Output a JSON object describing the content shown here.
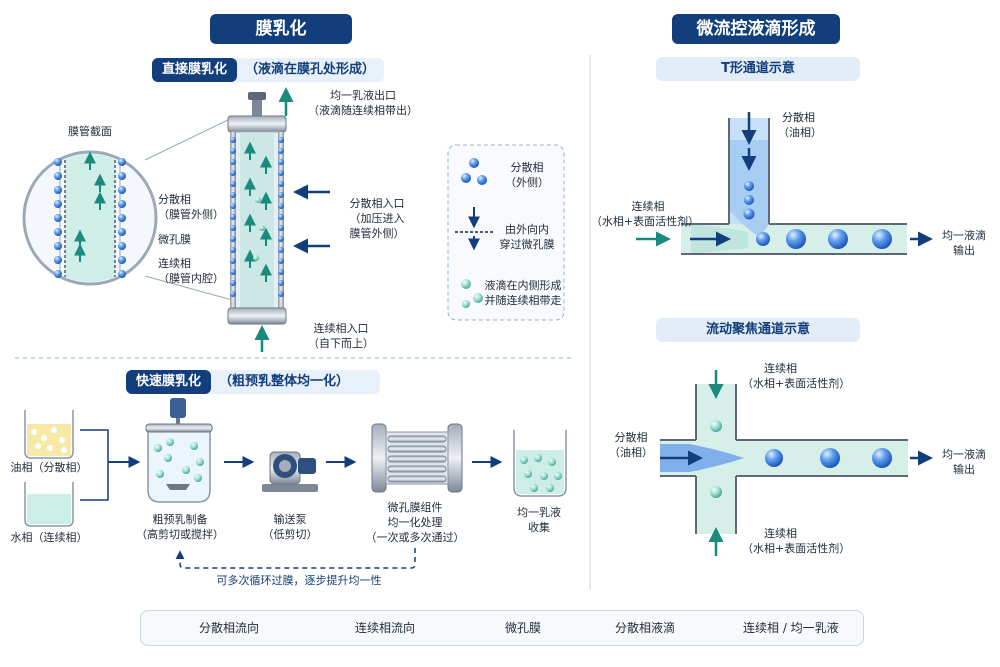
{
  "left_title": "膜乳化",
  "right_title": "微流控液滴形成",
  "direct": {
    "title": "直接膜乳化",
    "note": "（液滴在膜孔处形成）",
    "cross_section": "膜管截面",
    "dispersed": "分散相",
    "dispersed_sub": "（膜管外侧）",
    "membrane": "微孔膜",
    "continuous": "连续相",
    "continuous_sub": "（膜管内腔）",
    "outlet": "均一乳液出口",
    "outlet_sub": "（液滴随连续相带出）",
    "disp_inlet": "分散相入口",
    "disp_inlet_sub1": "（加压进入",
    "disp_inlet_sub2": "膜管外侧）",
    "cont_inlet": "连续相入口",
    "cont_inlet_sub": "（自下而上）",
    "step1": "分散相",
    "step1_sub": "（外侧）",
    "step2": "由外向内",
    "step2_sub": "穿过微孔膜",
    "step3": "液滴在内侧形成",
    "step3_sub": "并随连续相带走"
  },
  "fast": {
    "title": "快速膜乳化",
    "note": "（粗预乳整体均一化）",
    "oil": "油相（分散相）",
    "water": "水相（连续相）",
    "premix": "粗预乳制备",
    "premix_sub": "（高剪切或搅拌）",
    "pump": "输送泵",
    "pump_sub": "（低剪切）",
    "module": "微孔膜组件",
    "module_sub1": "均一化处理",
    "module_sub2": "（一次或多次通过）",
    "collect": "均一乳液",
    "collect_sub": "收集",
    "recycle": "可多次循环过膜，逐步提升均一性"
  },
  "tchannel": {
    "title": "T形通道示意",
    "dispersed": "分散相",
    "dispersed_sub": "（油相）",
    "continuous": "连续相",
    "continuous_sub": "（水相+表面活性剂）",
    "output": "均一液滴",
    "output_sub": "输出"
  },
  "flowfocus": {
    "title": "流动聚焦通道示意",
    "cont_top": "连续相",
    "cont_top_sub": "（水相+表面活性剂）",
    "dispersed": "分散相",
    "dispersed_sub": "（油相）",
    "output": "均一液滴",
    "output_sub": "输出",
    "cont_bottom": "连续相",
    "cont_bottom_sub": "（水相+表面活性剂）"
  },
  "legend": {
    "disp_flow": "分散相流向",
    "cont_flow": "连续相流向",
    "membrane": "微孔膜",
    "disp_droplet": "分散相液滴",
    "cont_emulsion": "连续相 / 均一乳液"
  },
  "colors": {
    "dark_blue": "#123e7c",
    "teal": "#1a8a7c",
    "droplet": "#3b7fd9",
    "emulsion": "#8fd6c8"
  }
}
